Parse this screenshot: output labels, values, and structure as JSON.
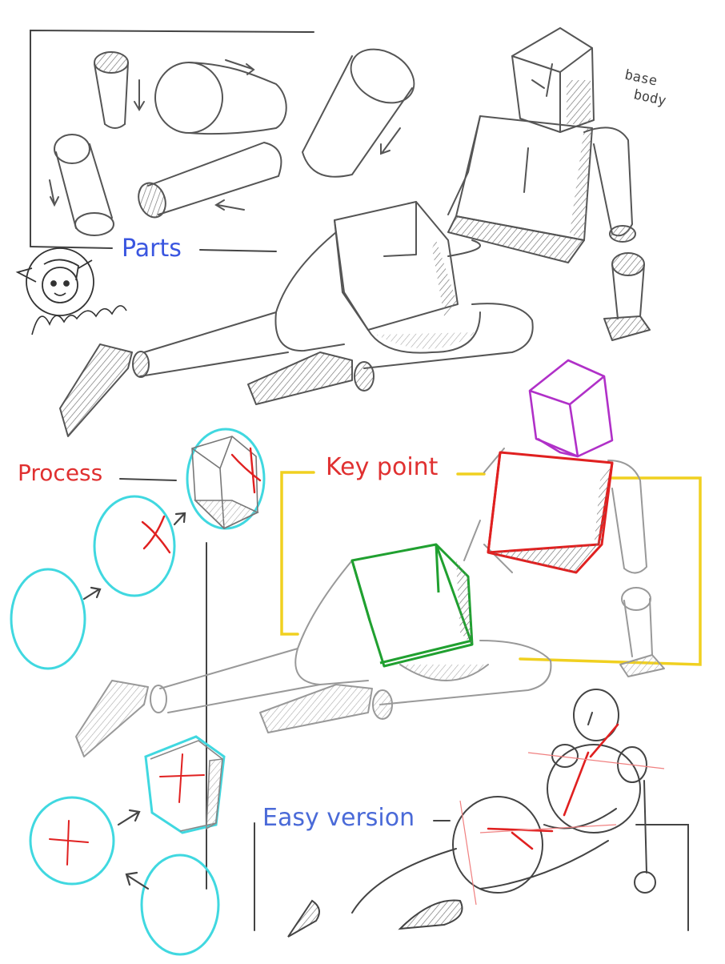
{
  "labels": {
    "parts": "Parts",
    "process": "Process",
    "key_point": "Key point",
    "easy_version": "Easy version",
    "base_body_line1": "base",
    "base_body_line2": "body"
  },
  "colors": {
    "pencil": "#555555",
    "parts_label": "#3a56e0",
    "process_label": "#e03030",
    "key_point_label": "#e03030",
    "easy_label": "#4a6ad8",
    "frame_yellow": "#f0d020",
    "head_box": "#b030c8",
    "chest_box": "#e02020",
    "pelvis_box": "#20a030",
    "process_circles": "#40d8e0",
    "guide_red": "#e02020"
  },
  "icons": [
    "artist-avatar-icon",
    "signature-icon"
  ]
}
